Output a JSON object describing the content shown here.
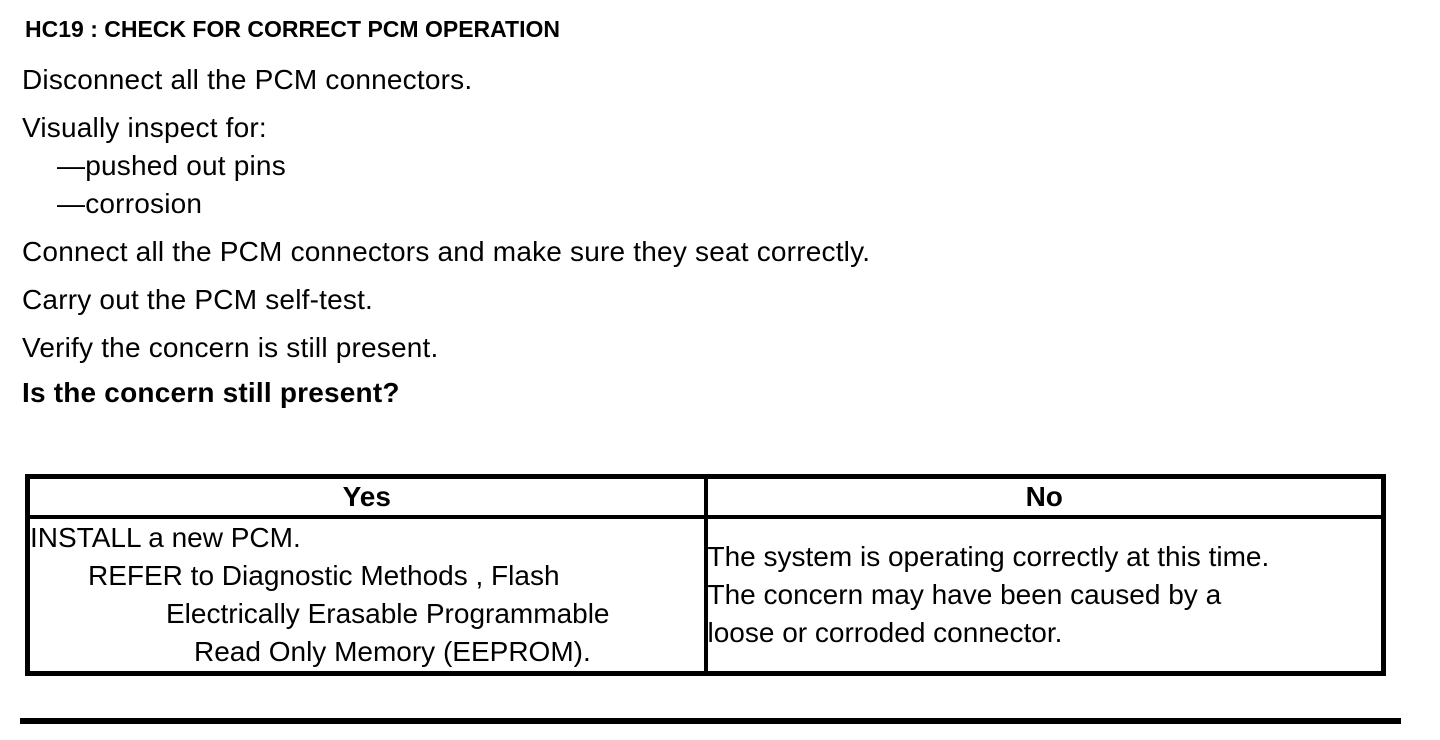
{
  "doc": {
    "heading": "HC19 : CHECK FOR CORRECT PCM OPERATION",
    "steps": [
      "Disconnect all the PCM connectors.",
      "Visually inspect for:",
      "—pushed out pins",
      "—corrosion",
      "Connect all the PCM connectors and make sure they seat correctly.",
      "Carry out the PCM self-test.",
      "Verify the concern is still present."
    ],
    "question": "Is the concern still present?"
  },
  "decision_table": {
    "yes": {
      "header": "Yes",
      "lines": [
        "INSTALL a new PCM.",
        "REFER to Diagnostic Methods , Flash",
        "Electrically Erasable Programmable",
        "Read Only Memory (EEPROM)."
      ]
    },
    "no": {
      "header": "No",
      "lines": [
        "The system is operating correctly at this time.",
        "The concern may have been caused by a",
        "loose or corroded connector."
      ]
    }
  },
  "colors": {
    "text": "#000000",
    "background": "#ffffff",
    "border": "#000000"
  }
}
